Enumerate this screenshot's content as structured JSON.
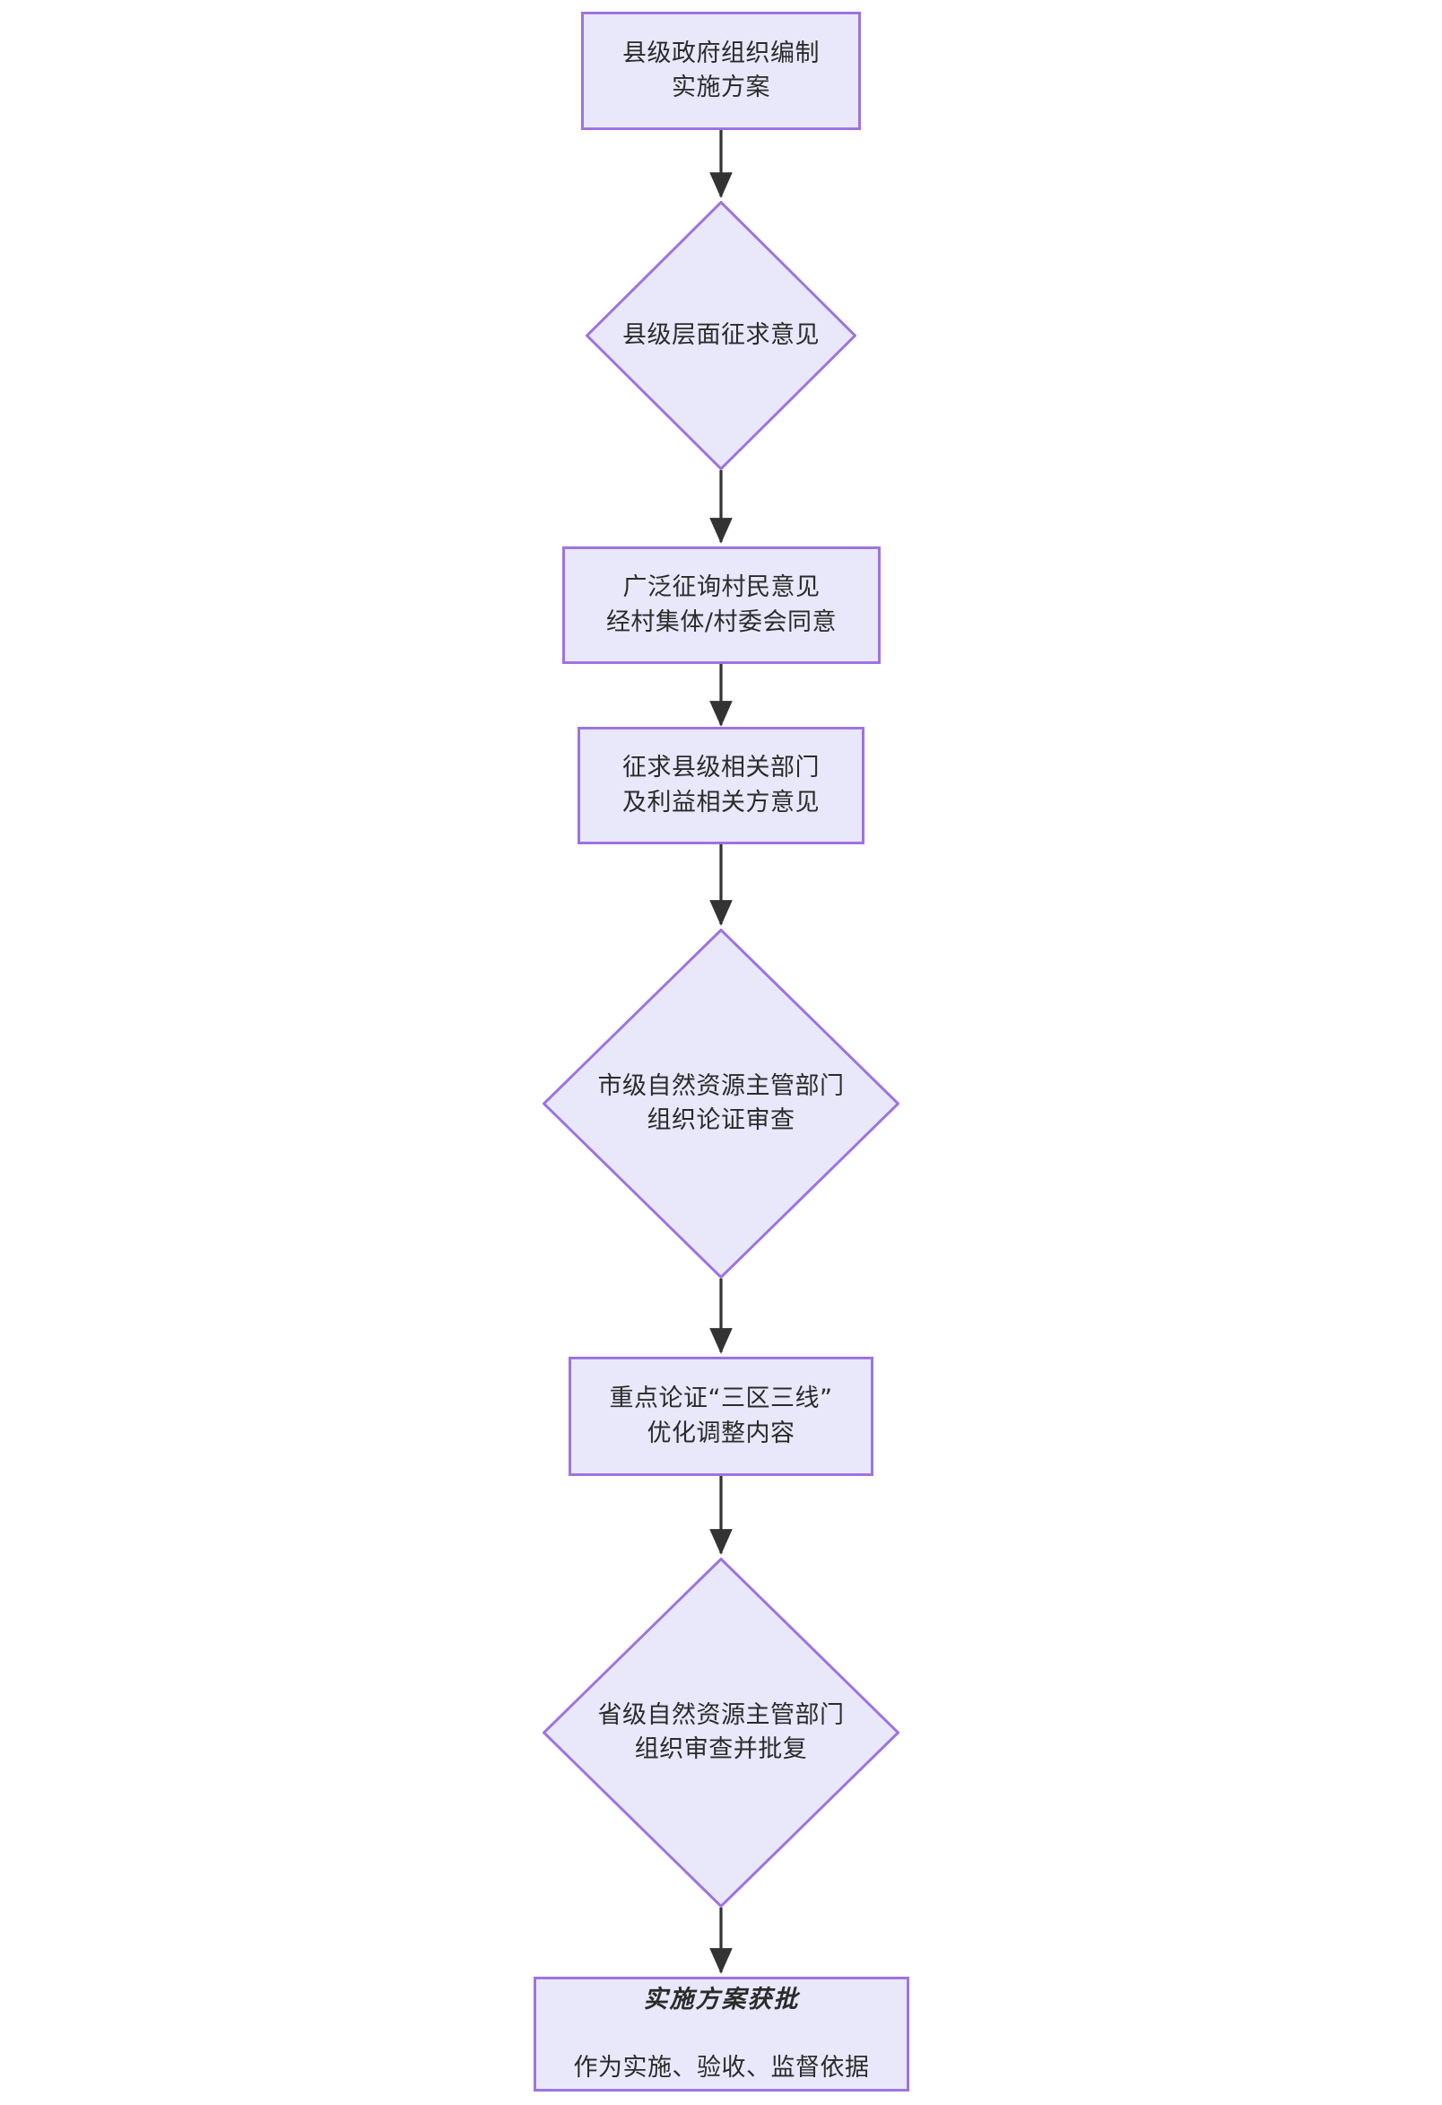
{
  "diagram": {
    "type": "flowchart",
    "orientation": "top-to-bottom",
    "background_color": "#ffffff",
    "node_fill_color": "#e9e8fb",
    "node_border_color": "#9d74e0",
    "edge_color": "#333333",
    "text_color": "#2b2b2b",
    "nodes": [
      {
        "id": "n1",
        "shape": "rectangle",
        "line1": "县级政府组织编制",
        "line2": "实施方案",
        "text": "县级政府组织编制\n实施方案"
      },
      {
        "id": "n2",
        "shape": "diamond",
        "line1": "县级层面征求意见",
        "line2": "",
        "text": "县级层面征求意见"
      },
      {
        "id": "n3",
        "shape": "rectangle",
        "line1": "广泛征询村民意见",
        "line2": "经村集体/村委会同意",
        "text": "广泛征询村民意见\n经村集体/村委会同意"
      },
      {
        "id": "n4",
        "shape": "rectangle",
        "line1": "征求县级相关部门",
        "line2": "及利益相关方意见",
        "text": "征求县级相关部门\n及利益相关方意见"
      },
      {
        "id": "n5",
        "shape": "diamond",
        "line1": "市级自然资源主管部门",
        "line2": "组织论证审查",
        "text": "市级自然资源主管部门\n组织论证审查"
      },
      {
        "id": "n6",
        "shape": "rectangle",
        "line1": "重点论证“三区三线”",
        "line2": "优化调整内容",
        "text": "重点论证“三区三线”\n优化调整内容"
      },
      {
        "id": "n7",
        "shape": "diamond",
        "line1": "省级自然资源主管部门",
        "line2": "组织审查并批复",
        "text": "省级自然资源主管部门\n组织审查并批复"
      },
      {
        "id": "n8",
        "shape": "rectangle",
        "emphasis": true,
        "line1": "实施方案获批",
        "line2": "作为实施、验收、监督依据",
        "text": "实施方案获批\n作为实施、验收、监督依据"
      }
    ],
    "edges": [
      {
        "from": "n1",
        "to": "n2",
        "label": ""
      },
      {
        "from": "n2",
        "to": "n3",
        "label": ""
      },
      {
        "from": "n3",
        "to": "n4",
        "label": ""
      },
      {
        "from": "n4",
        "to": "n5",
        "label": ""
      },
      {
        "from": "n5",
        "to": "n6",
        "label": ""
      },
      {
        "from": "n6",
        "to": "n7",
        "label": ""
      },
      {
        "from": "n7",
        "to": "n8",
        "label": ""
      }
    ]
  }
}
